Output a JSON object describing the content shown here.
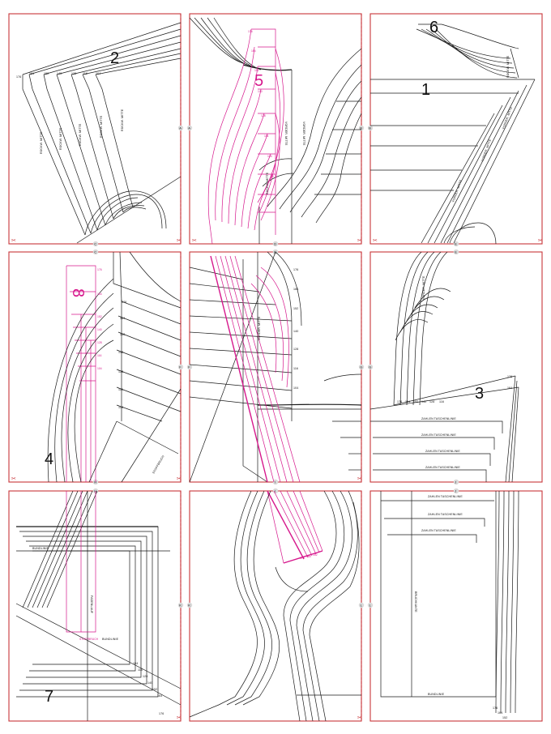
{
  "piece_numbers": {
    "p1": "1",
    "p2": "2",
    "p3": "3",
    "p4": "4",
    "p5": "5",
    "p6": "6",
    "p7": "7",
    "p8": "8"
  },
  "join_markers": {
    "a": "A",
    "b": "B",
    "c": "C",
    "d": "D",
    "e": "E",
    "f": "F",
    "g": "G",
    "h": "H",
    "i": "I",
    "j": "J",
    "k": "K",
    "l": "L"
  },
  "pattern_labels": {
    "rueckw_mitte": "RÜCKW. MITTE",
    "vorder_mitte": "VORDER. MITTE",
    "bruchkante": "BRUCHKANTE",
    "zahlen_taschenlinie": "ZAHLEN TASCHENLINIE",
    "bundlinie": "BUNDLINIE",
    "fadenlauf": "FADENLAUF",
    "stoffbruch": "STOFFBRUCH"
  },
  "size_labels": [
    "176",
    "164",
    "152",
    "140",
    "128",
    "116",
    "104",
    "92"
  ],
  "scissor_glyph": "✂",
  "colors": {
    "tile_border": "#c8353a",
    "black_line": "#1a1a1a",
    "magenta_line": "#d6178c"
  }
}
